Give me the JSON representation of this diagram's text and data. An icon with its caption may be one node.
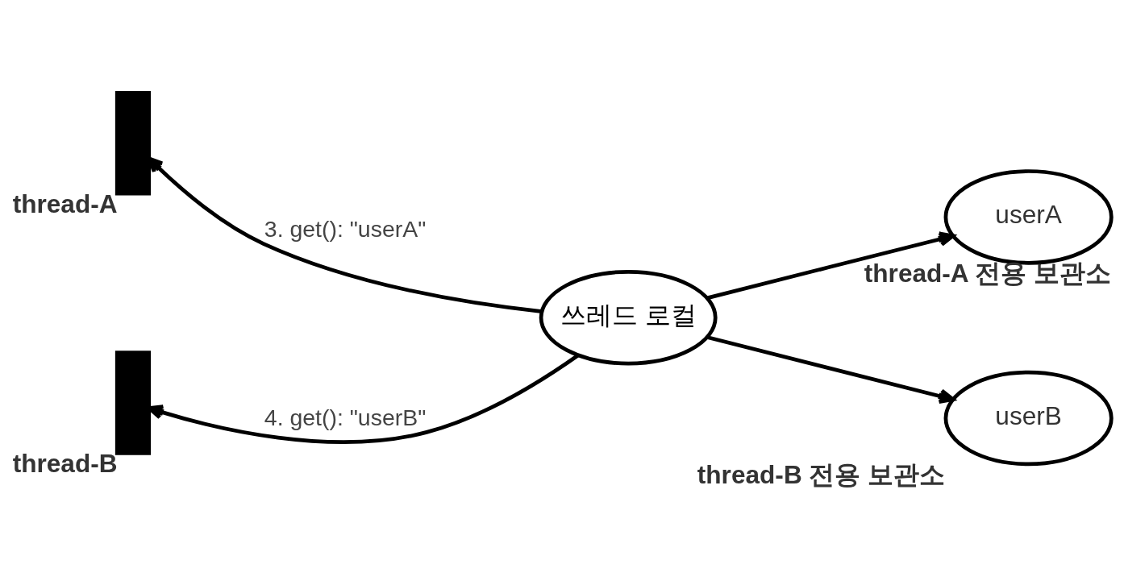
{
  "diagram": {
    "nodes": [
      {
        "text": [],
        "shape": "person",
        "beside": [
          "thread-A"
        ]
      },
      {
        "text": [],
        "shape": "person",
        "beside": [
          "thread-B"
        ]
      },
      {
        "text": [
          "쓰레드 로컬"
        ]
      },
      {
        "text": [
          "userA"
        ],
        "beside": [
          "thread-A 전용 보관소"
        ]
      },
      {
        "text": [
          "userB"
        ],
        "beside": [
          "thread-B 전용 보관소"
        ]
      }
    ],
    "edges": [
      {
        "from": 2,
        "to": 0,
        "arrow": "to",
        "label": "3. get(): \"userA\""
      },
      {
        "from": 2,
        "to": 3,
        "arrow": "to"
      },
      {
        "from": 2,
        "to": 1,
        "arrow": "to",
        "label": "4. get(): \"userB\""
      },
      {
        "from": 2,
        "to": 4,
        "arrow": "to"
      }
    ]
  }
}
